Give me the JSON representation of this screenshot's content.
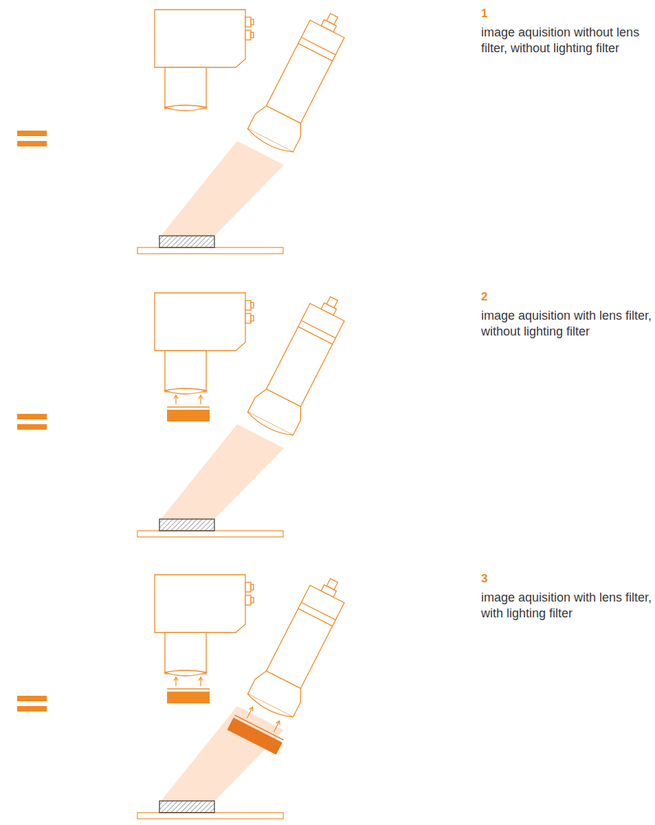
{
  "diagram": {
    "labels": [
      "1",
      "image aquisition without lens filter, without lighting filter",
      "2",
      "image aquisition with lens filter, without lighting filter",
      "3",
      "image aquisition with lens filter, with lighting filter"
    ]
  }
}
